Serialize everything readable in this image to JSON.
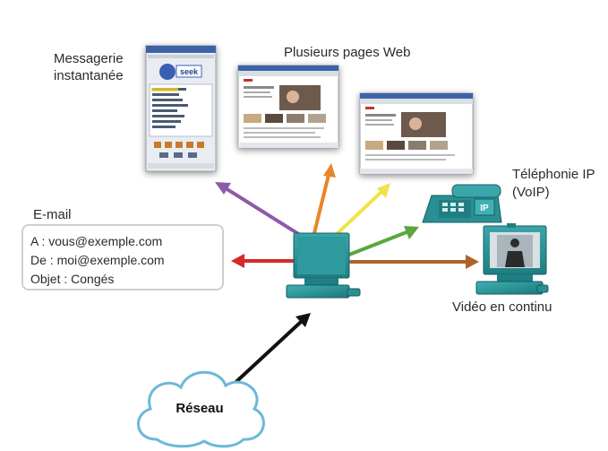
{
  "labels": {
    "messagerie": "Messagerie instantanée",
    "pages_web": "Plusieurs pages Web",
    "telephonie_line1": "Téléphonie IP",
    "telephonie_line2": "(VoIP)",
    "email_title": "E-mail",
    "video": "Vidéo en continu",
    "reseau": "Réseau"
  },
  "email": {
    "to": "A : vous@exemple.com",
    "from": "De : moi@exemple.com",
    "subject": "Objet : Congés"
  },
  "messenger_window": {
    "logo_text": "seek"
  },
  "phone": {
    "badge": "IP"
  },
  "colors": {
    "arrow_messagerie": "#8e5aa8",
    "arrow_web1": "#e8862a",
    "arrow_web2": "#f2e24a",
    "arrow_telephonie": "#5aa83c",
    "arrow_email": "#d42a2a",
    "arrow_video": "#b0622a",
    "arrow_reseau": "#111111",
    "device_teal": "#2a8f93",
    "cloud_stroke": "#6cb8d8"
  }
}
